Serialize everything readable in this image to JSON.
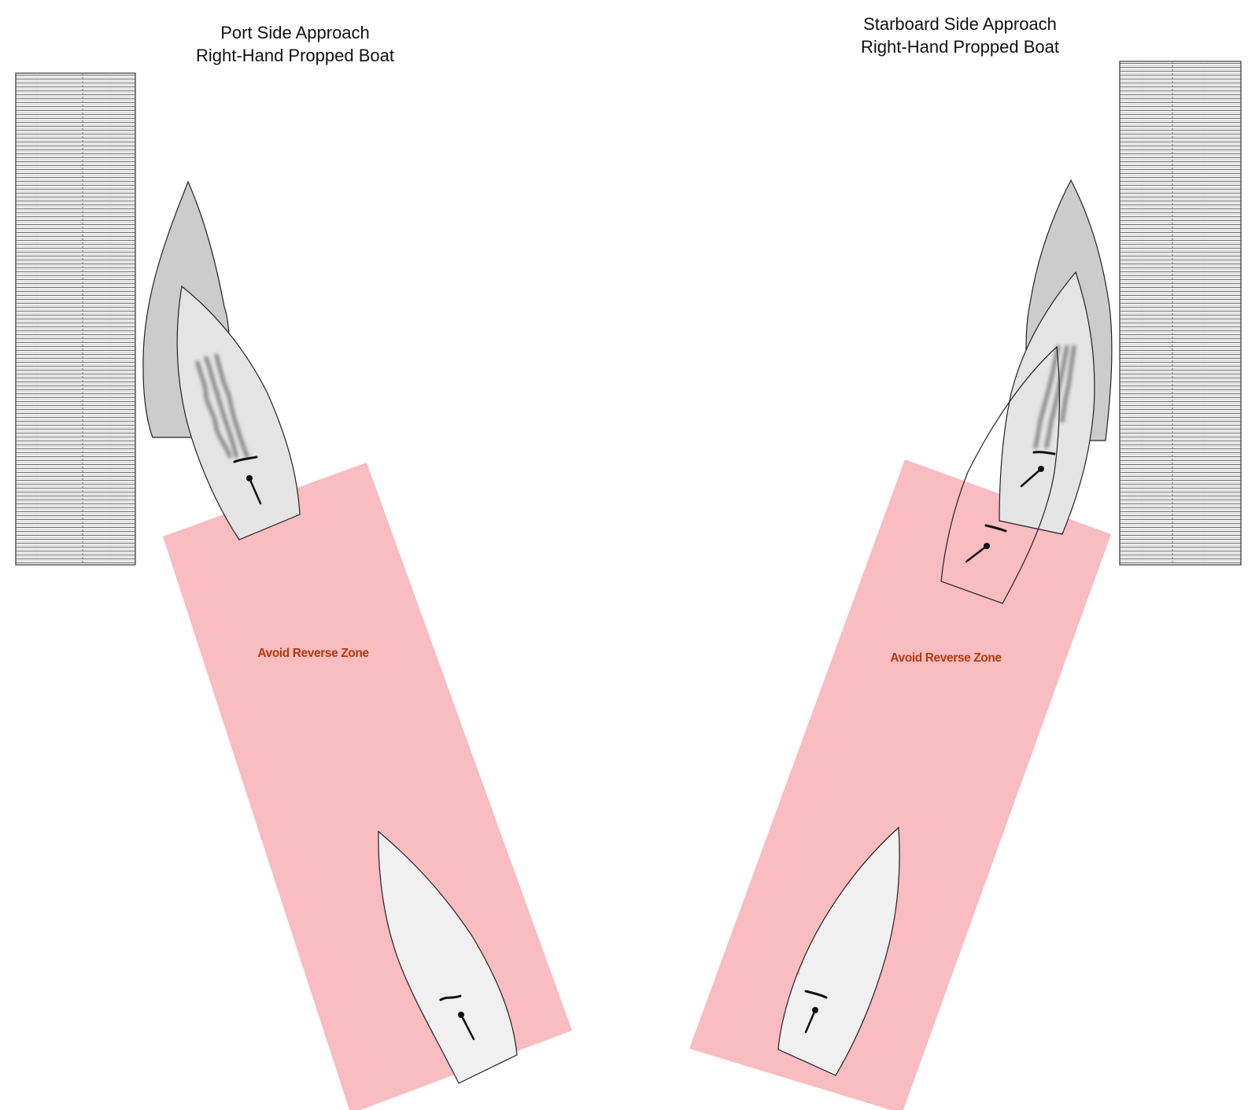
{
  "diagrams": [
    {
      "id": "left",
      "title_line1": "Port Side Approach",
      "title_line2": "Right-Hand Propped Boat",
      "zone_label": "Avoid Reverse Zone"
    },
    {
      "id": "right",
      "title_line1": "Starboard Side Approach",
      "title_line2": "Right-Hand Propped Boat",
      "zone_label": "Avoid Reverse Zone"
    }
  ],
  "colors": {
    "zone_fill": "#f9bcc0",
    "zone_text": "#b23a0a",
    "boat_docked_fill": "#cccccc",
    "boat_mid_fill": "#e4e4e4",
    "boat_start_fill": "#f0f0f0",
    "dock_line": "#555555",
    "prop_wash": "#777777"
  },
  "icons": {
    "dock": "dock-icon",
    "boat": "boat-hull-icon",
    "rudder": "rudder-icon",
    "tiller": "tiller-icon",
    "prop_wash": "prop-wash-icon"
  }
}
